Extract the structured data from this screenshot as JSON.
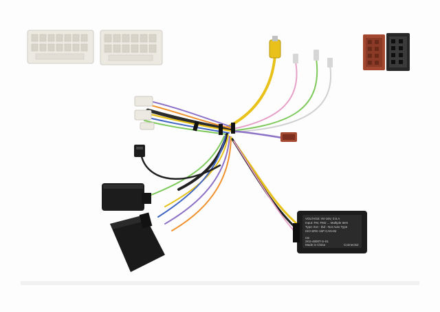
{
  "product": {
    "module_label_lines": [
      "VOLTAGE: 9V-16V, 0.5 A",
      "Input: FM, FM2 ... Multiple Item",
      "Type: Ext - tbd - Not Auto Type",
      "ISO-SRK-15P       CAN-IM",
      "",
      "CE",
      "2KS-4800T-S-S1",
      "Made in China"
    ],
    "module_brand": "Connects2"
  },
  "colors": {
    "background": "#fdfdfd",
    "module_body": "#1c1c1c",
    "label_panel": "#2b2b2b",
    "white_connector": "#ece9e2",
    "red_iso": "#a4472f",
    "black_iso": "#262626",
    "yellow_wire": "#e8c21a",
    "orange_wire": "#f0902a",
    "pink_wire": "#e6a0c8",
    "green_wire": "#7dc95a",
    "purple_wire": "#8c72c7",
    "blue_wire": "#3f64c4",
    "black_wire": "#202020"
  },
  "icons": {
    "rca": "rca-connector-icon",
    "iso": "iso-connector-icon"
  }
}
